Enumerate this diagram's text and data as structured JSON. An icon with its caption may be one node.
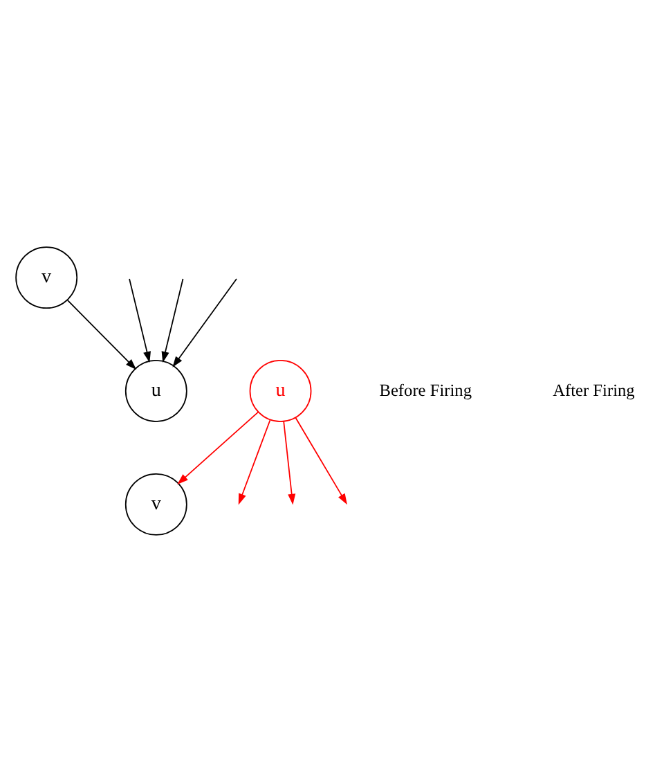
{
  "diagram": {
    "nodes": [
      {
        "text": [
          "v"
        ]
      },
      {
        "text": [
          "u"
        ]
      },
      {
        "text": [
          "v"
        ]
      },
      {
        "text": [
          "u"
        ]
      }
    ],
    "edges": [
      {
        "from": 0,
        "to": 1,
        "arrow": "to"
      },
      {
        "from": null,
        "to": 1,
        "arrow": "to"
      },
      {
        "from": null,
        "to": 1,
        "arrow": "to"
      },
      {
        "from": null,
        "to": 1,
        "arrow": "to"
      },
      {
        "from": 3,
        "to": 2,
        "arrow": "to",
        "color": "#ff0000"
      },
      {
        "from": 3,
        "to": null,
        "arrow": "to",
        "color": "#ff0000"
      },
      {
        "from": 3,
        "to": null,
        "arrow": "to",
        "color": "#ff0000"
      },
      {
        "from": 3,
        "to": null,
        "arrow": "to",
        "color": "#ff0000"
      }
    ],
    "labels": [
      "Before Firing",
      "After Firing"
    ]
  }
}
